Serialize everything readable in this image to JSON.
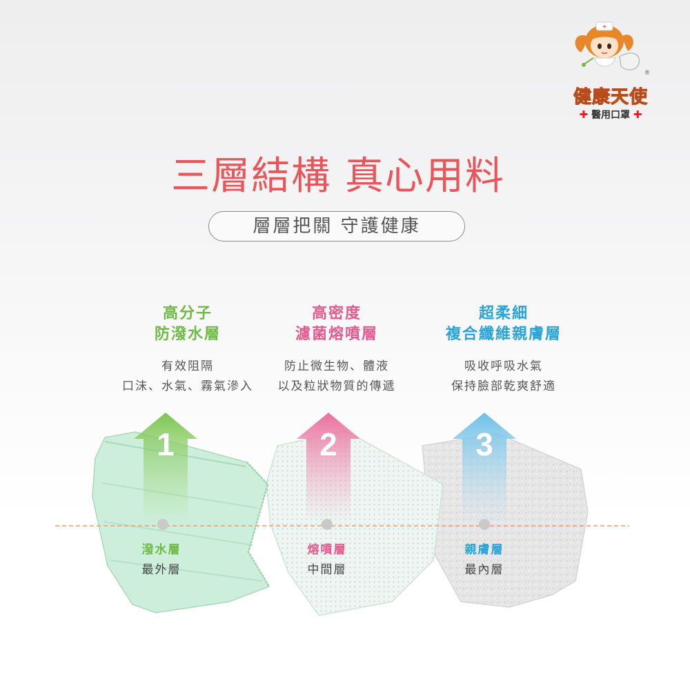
{
  "brand": {
    "name": "健康天使",
    "tagline": "醫用口罩",
    "cross": "✚",
    "registered": "®"
  },
  "title": "三層結構 真心用料",
  "subtitle": "層層把關 守護健康",
  "layers": [
    {
      "heading_line1": "高分子",
      "heading_line2": "防潑水層",
      "desc_line1": "有效阻隔",
      "desc_line2": "口沫、水氣、霧氣滲入",
      "number": "1",
      "name": "潑水層",
      "position": "最外層",
      "color": "#6dbb45"
    },
    {
      "heading_line1": "高密度",
      "heading_line2": "濾菌熔噴層",
      "desc_line1": "防止微生物、體液",
      "desc_line2": "以及粒狀物質的傳遞",
      "number": "2",
      "name": "熔噴層",
      "position": "中間層",
      "color": "#e55a8e"
    },
    {
      "heading_line1": "超柔細",
      "heading_line2": "複合纖維親膚層",
      "desc_line1": "吸收呼吸水氣",
      "desc_line2": "保持臉部乾爽舒適",
      "number": "3",
      "name": "親膚層",
      "position": "最內層",
      "color": "#2aa3d8"
    }
  ],
  "accent_colors": {
    "title": "#e8555a",
    "divider": "#ef9a6a",
    "mask_outer": "#cdeeda",
    "mask_middle": "#eef5f2",
    "mask_inner": "#e7e7e7"
  }
}
